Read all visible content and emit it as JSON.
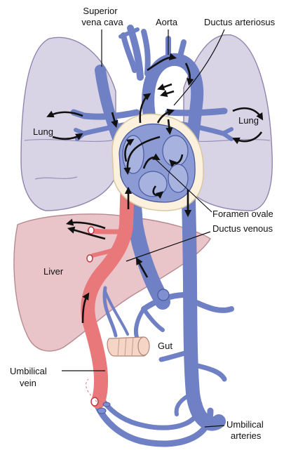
{
  "labels": {
    "superior_vena_cava": [
      "Superior",
      "vena cava"
    ],
    "aorta": "Aorta",
    "ductus_arteriosus": "Ductus arteriosus",
    "lung_left": "Lung",
    "lung_right": "Lung",
    "foramen_ovale": "Foramen ovale",
    "ductus_venous": "Ductus venous",
    "liver": "Liver",
    "gut": "Gut",
    "umbilical_vein": [
      "Umbilical",
      "vein"
    ],
    "umbilical_arteries": [
      "Umbilical",
      "arteries"
    ]
  },
  "colors": {
    "deoxygenated_vessel": "#7f8fcf",
    "oxygenated_vessel": "#e9787b",
    "lung": "#d9d3e6",
    "liver": "#e9c4c8",
    "heart_sac": "#fbf1dc"
  }
}
